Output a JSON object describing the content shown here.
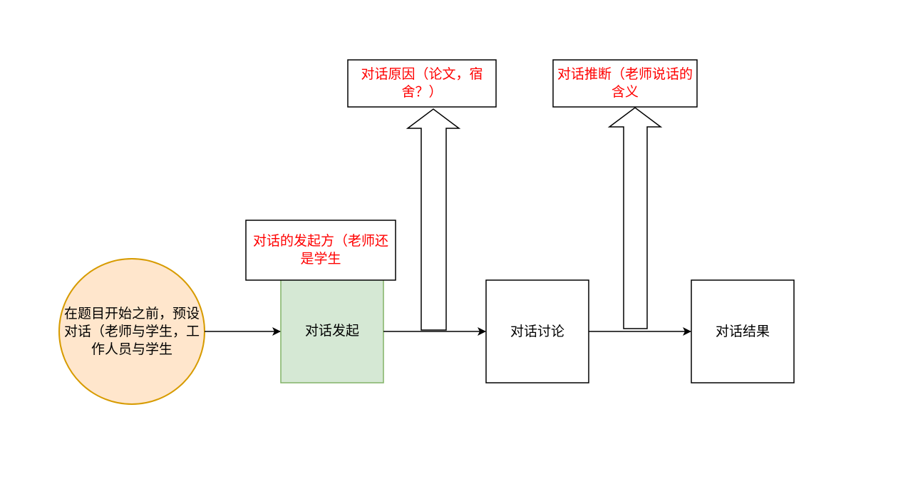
{
  "nodes": {
    "preset": {
      "label": "在题目开始之前，预设对话（老师与学生，工作人员与学生"
    },
    "initiate": {
      "label": "对话发起"
    },
    "discuss": {
      "label": "对话讨论"
    },
    "result": {
      "label": "对话结果"
    }
  },
  "notes": {
    "initiator": {
      "label": "对话的发起方（老师还是学生"
    },
    "reason": {
      "label": "对话原因（论文，宿舍？）"
    },
    "inference": {
      "label": "对话推断（老师说话的含义"
    }
  },
  "colors": {
    "preset_fill": "#ffe6cc",
    "preset_stroke": "#d79b00",
    "initiate_fill": "#d5e8d4",
    "initiate_stroke": "#82b366",
    "box_stroke": "#000000",
    "note_text": "#ff0000",
    "edge": "#000000"
  }
}
